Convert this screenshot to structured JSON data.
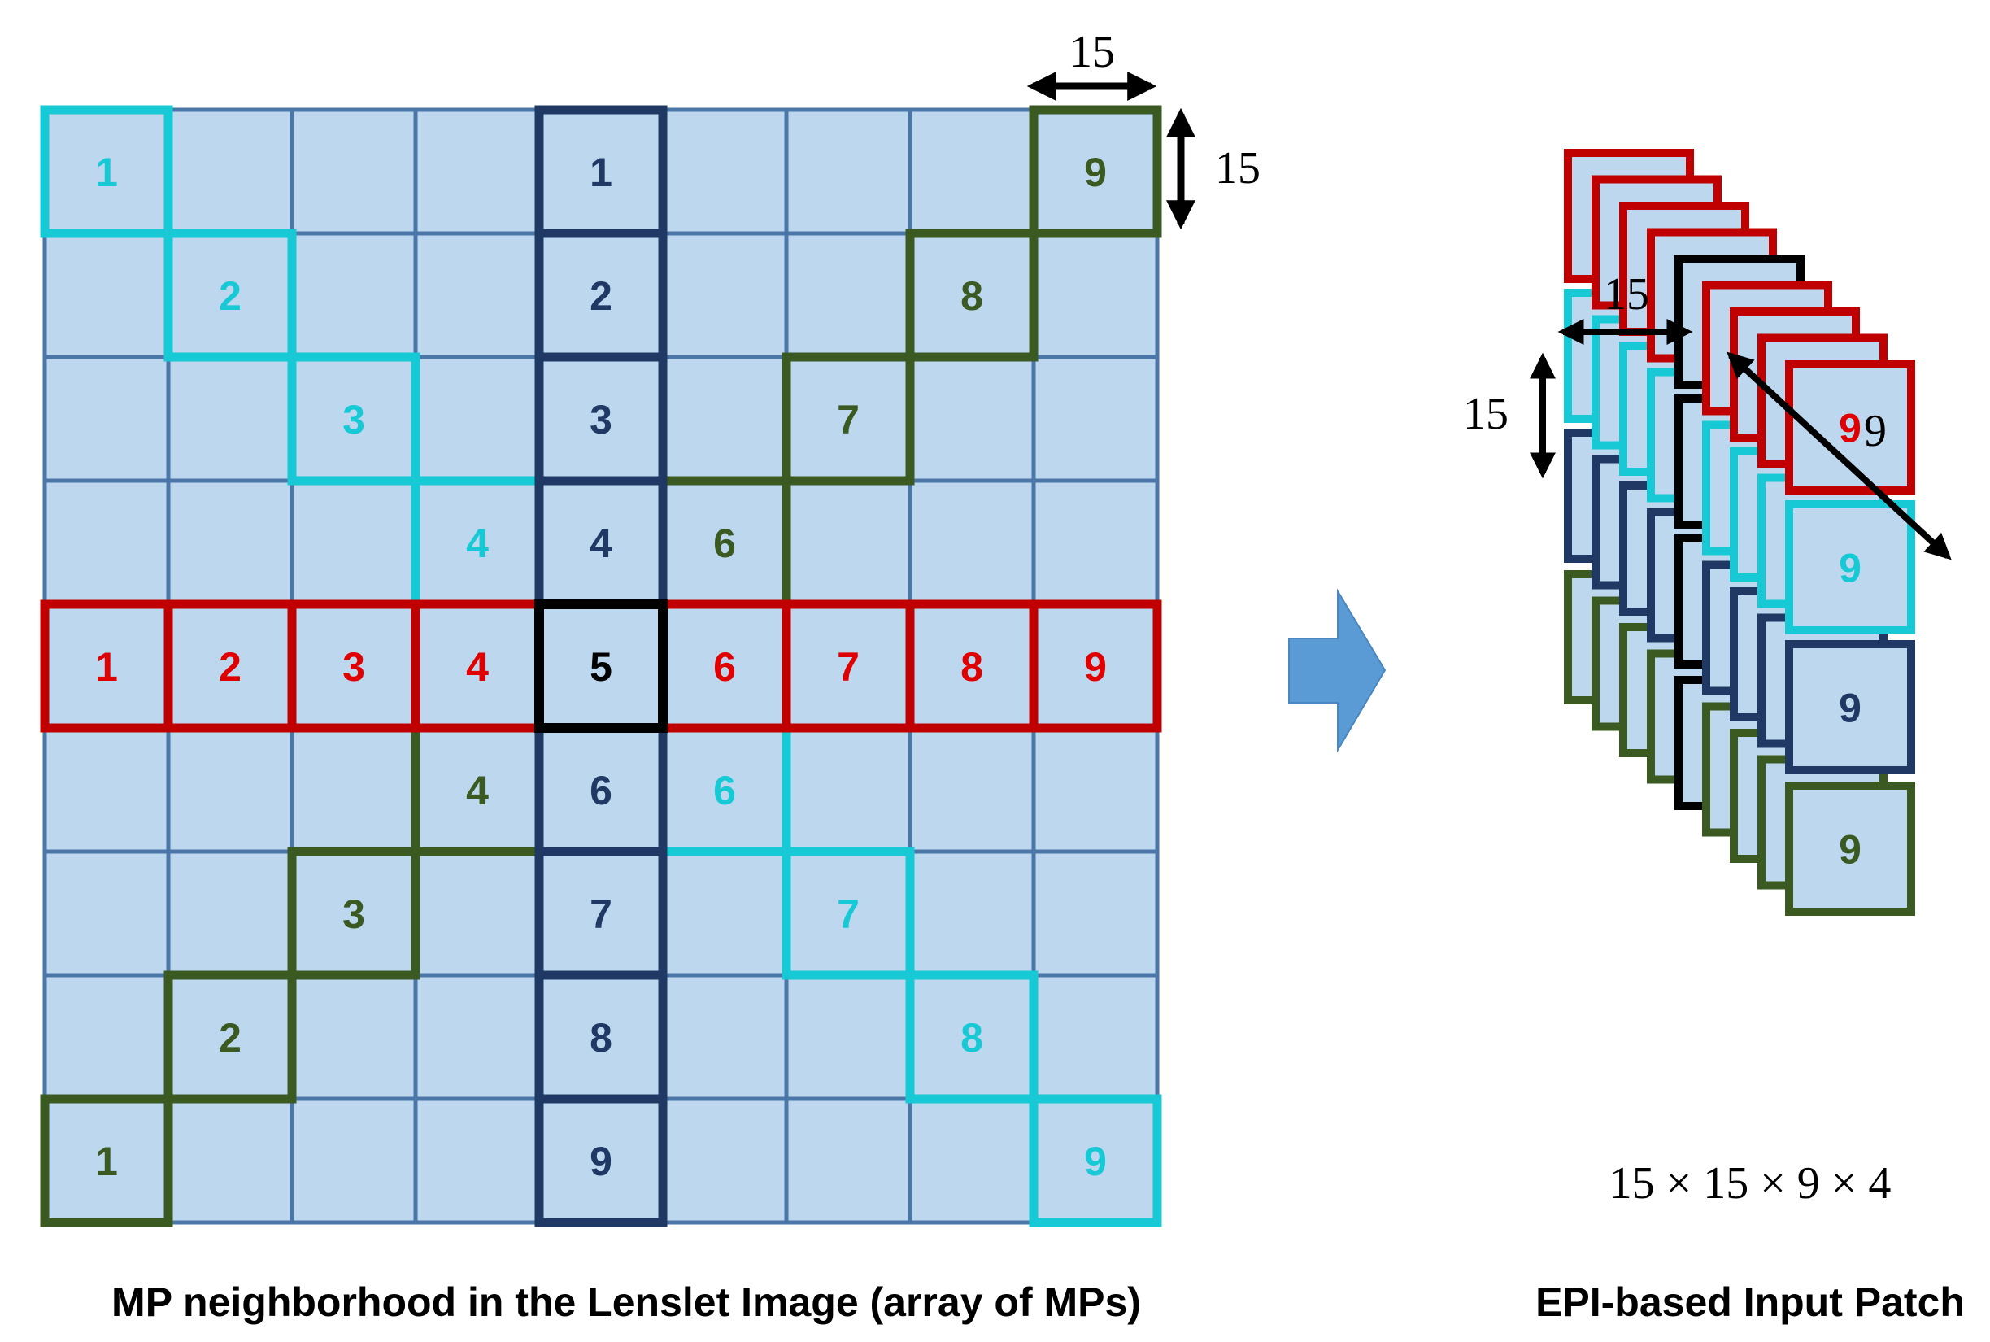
{
  "colors": {
    "cell_fill": "#bdd7ee",
    "grid_line": "#4a76a8",
    "cyan": "#17c9d4",
    "navy": "#1f3864",
    "green": "#3a5a22",
    "red": "#e00000",
    "red_border": "#c00000",
    "black": "#000000",
    "arrow": "#5b9bd5"
  },
  "grid": {
    "size": 9,
    "cyan_diagonal": [
      "1",
      "2",
      "3",
      "4",
      "6",
      "7",
      "8",
      "9"
    ],
    "navy_column": [
      "1",
      "2",
      "3",
      "4",
      "6",
      "7",
      "8",
      "9"
    ],
    "green_diagonal": [
      "9",
      "8",
      "7",
      "6",
      "4",
      "3",
      "2",
      "1"
    ],
    "red_row": [
      "1",
      "2",
      "3",
      "4",
      "6",
      "7",
      "8",
      "9"
    ],
    "center": "5",
    "dim_width": "15",
    "dim_height": "15"
  },
  "patch": {
    "dim_width": "15",
    "dim_height": "15",
    "dim_depth": "9",
    "front_labels": [
      "9",
      "9",
      "9",
      "9"
    ],
    "size_label": "15 × 15 × 9 × 4"
  },
  "captions": {
    "left": "MP neighborhood in the Lenslet Image (array of MPs)",
    "right": "EPI-based Input Patch"
  }
}
